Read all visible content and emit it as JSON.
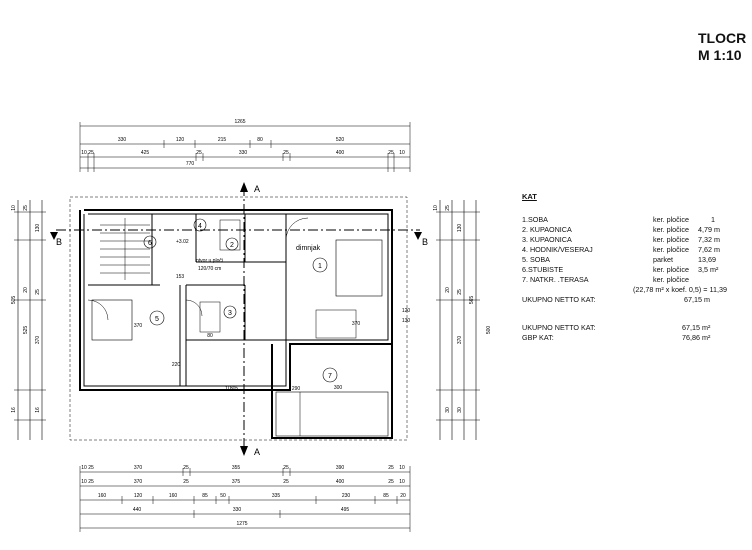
{
  "title": {
    "line1": "TLOCR",
    "line2": "M 1:10"
  },
  "legend": {
    "heading": "KAT",
    "rooms": [
      {
        "name": "1.SOBA",
        "finish": "ker. pločice",
        "area": "1"
      },
      {
        "name": "2. KUPAONICA",
        "finish": "ker. pločice",
        "area": "4,79 m"
      },
      {
        "name": "3. KUPAONICA",
        "finish": "ker. pločice",
        "area": "7,32 m"
      },
      {
        "name": "4. HODNIK/VESERAJ",
        "finish": "ker. pločice",
        "area": "7,62 m"
      },
      {
        "name": "5. SOBA",
        "finish": "parket",
        "area": "13,69"
      },
      {
        "name": "6.STUBISTE",
        "finish": "ker. pločice",
        "area": "3,5 m²"
      },
      {
        "name": "7. NATKR. .TERASA",
        "finish": "ker. pločice",
        "area": ""
      }
    ],
    "terrace_formula": "(22,78 m² x koef. 0,5) = 11,39",
    "total1_label": "UKUPNO NETTO KAT:",
    "total1_value": "67,15 m",
    "total2_label": "UKUPNO NETTO  KAT:",
    "total2_value": "67,15 m²",
    "gbp_label": "GBP KAT:",
    "gbp_value": "76,86 m²"
  },
  "plan": {
    "section_a_top": "A",
    "section_a_bottom": "A",
    "section_b_left": "B",
    "section_b_right": "B",
    "room_numbers": [
      "1",
      "2",
      "3",
      "4",
      "5",
      "6",
      "7"
    ],
    "label_dimnjak": "dimnjak",
    "label_otvor": "otvor u ploči",
    "label_otvor_size": "120/70 cm",
    "label_ht": "+3.02",
    "dim_top": {
      "overall": "1265",
      "row2": [
        "330",
        "120",
        "215",
        "80",
        "520"
      ],
      "row3": [
        "10",
        "25",
        "425",
        "25",
        "330",
        "25",
        "400",
        "25",
        "10"
      ],
      "row4": "770"
    },
    "dim_bottom": {
      "row1": [
        "10",
        "25",
        "370",
        "25",
        "355",
        "25",
        "390",
        "25",
        "10"
      ],
      "row2": [
        "10",
        "25",
        "370",
        "25",
        "375",
        "25",
        "400",
        "25",
        "10"
      ],
      "row3": [
        "160",
        "120",
        "160",
        "85",
        "50",
        "335",
        "230",
        "85",
        "20"
      ],
      "row4": [
        "440",
        "330",
        "495"
      ],
      "overall": "1275"
    },
    "dim_left": [
      "10",
      "25",
      "130",
      "505",
      "20",
      "25",
      "370",
      "16",
      "525",
      "16"
    ],
    "dim_right": [
      "10",
      "25",
      "130",
      "565",
      "20",
      "25",
      "370",
      "30",
      "500",
      "30"
    ],
    "interior": [
      "153",
      "370",
      "220",
      "370",
      "305",
      "300",
      "290",
      "120",
      "130",
      "80",
      "10"
    ]
  }
}
